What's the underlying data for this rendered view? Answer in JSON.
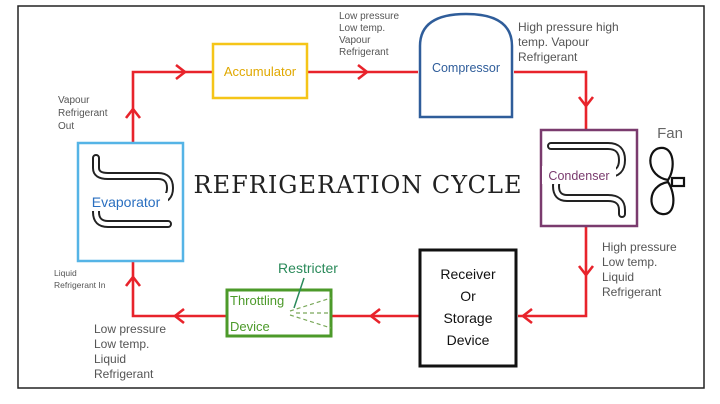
{
  "title": "REFRIGERATION CYCLE",
  "components": {
    "accumulator": "Accumulator",
    "compressor": "Compressor",
    "condenser": "Condenser",
    "evaporator": "Evaporator",
    "receiver": [
      "Receiver",
      "Or",
      "Storage",
      "Device"
    ],
    "throttling": [
      "Throttling",
      "Device"
    ],
    "restricter": "Restricter",
    "fan": "Fan"
  },
  "labels": {
    "after_accumulator": [
      "Low pressure",
      "Low temp.",
      "Vapour",
      "Refrigerant"
    ],
    "after_compressor": [
      "High pressure high",
      "temp. Vapour",
      "Refrigerant"
    ],
    "after_condenser": [
      "High pressure",
      "Low temp.",
      "Liquid",
      "Refrigerant"
    ],
    "after_throttling": [
      "Low pressure",
      "Low temp.",
      "Liquid",
      "Refrigerant"
    ],
    "evaporator_out": [
      "Vapour",
      "Refrigerant",
      "Out"
    ],
    "evaporator_in": [
      "Liquid",
      "Refrigerant In"
    ]
  },
  "colors": {
    "flow": "#e8232b",
    "accumulator": "#f5c518",
    "accumulator_text": "#e0a800",
    "compressor": "#2f5d9a",
    "condenser": "#7a3b6e",
    "evaporator": "#55b4e6",
    "evaporator_text": "#2a6fc0",
    "throttling": "#4c9a2a",
    "restricter": "#2a8a5a",
    "receiver": "#111111",
    "label": "#555555"
  }
}
